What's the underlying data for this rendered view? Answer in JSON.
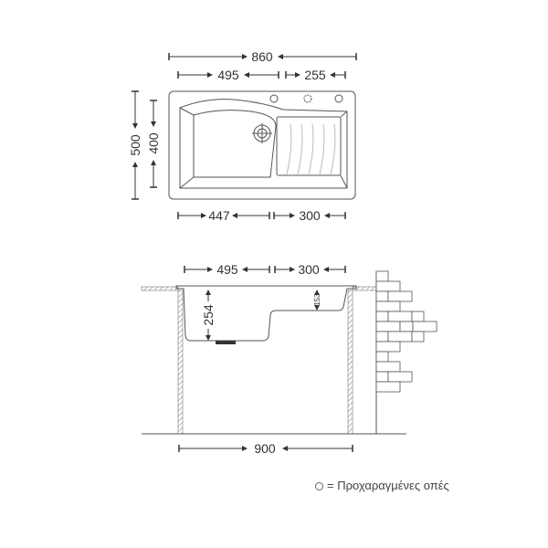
{
  "top_view": {
    "overall_width": "860",
    "bowl_width": "495",
    "drainer_width": "255",
    "overall_depth": "500",
    "inner_depth": "400",
    "bottom_bowl_width": "447",
    "bottom_drainer_width": "300"
  },
  "side_view": {
    "bowl_width": "495",
    "drainer_width": "300",
    "bowl_depth": "254",
    "drainer_depth": "153",
    "cabinet_width": "900"
  },
  "legend": {
    "symbol": "circle-icon",
    "text": "= Προχαραγμένες οπές"
  }
}
